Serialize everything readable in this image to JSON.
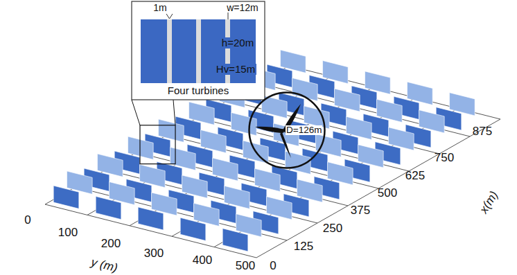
{
  "diagram": {
    "nodes": [
      {
        "text": [
          "D=126m"
        ]
      }
    ],
    "labels": [
      "1m",
      "w=12m",
      "h=20m",
      "Hv=15m",
      "Four turbines",
      "0",
      "125",
      "250",
      "375",
      "500",
      "625",
      "750",
      "875",
      "x(m)",
      "0",
      "100",
      "200",
      "300",
      "400",
      "500",
      "y (m)"
    ]
  }
}
